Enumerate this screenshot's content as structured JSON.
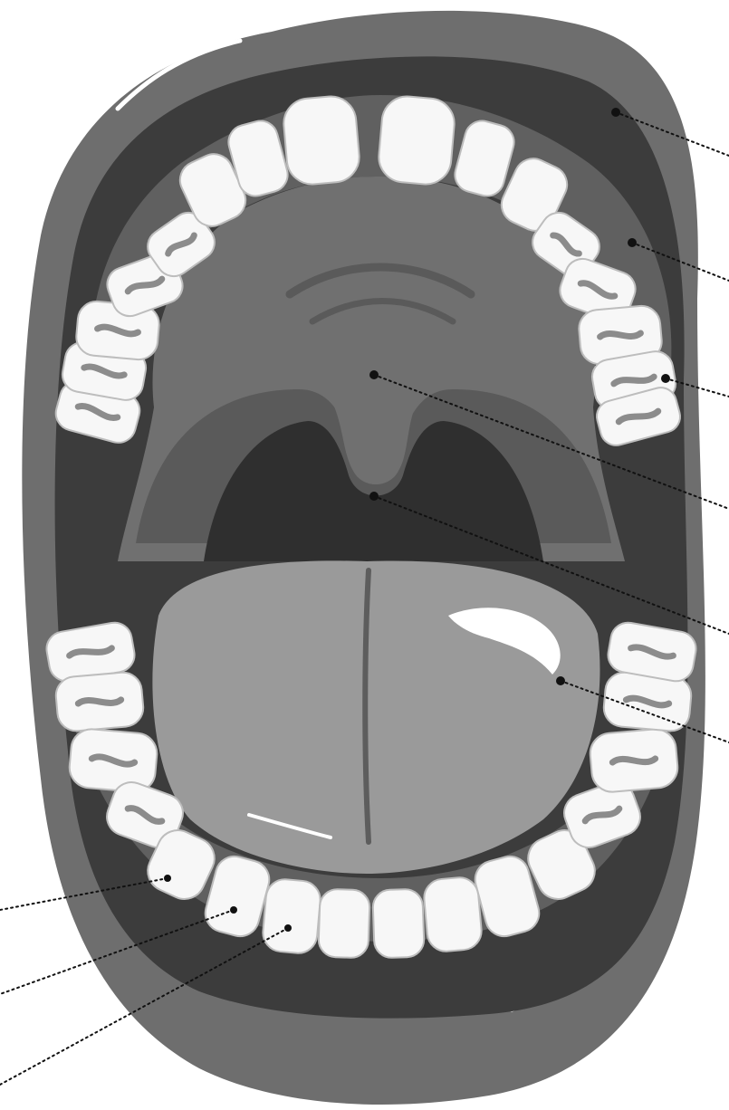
{
  "diagram": {
    "subject": "open-mouth-anatomy",
    "style": "grayscale-illustration",
    "colors": {
      "lips": "#6e6e6e",
      "lip_shadow": "#5d5d5d",
      "mouth_interior": "#3c3c3c",
      "gums": "#606060",
      "palate": "#707070",
      "palate_shadow": "#5a5a5a",
      "throat": "#2f2f2f",
      "tongue": "#9a9a9a",
      "tongue_shadow": "#8a8a8a",
      "teeth": "#f7f7f7",
      "tooth_outline": "#bdbdbd",
      "molar_groove": "#8c8c8c",
      "leader_line": "#111111",
      "highlight": "#ffffff"
    },
    "callouts": [
      {
        "id": "lip",
        "text": ""
      },
      {
        "id": "gum",
        "text": ""
      },
      {
        "id": "upper-molar",
        "text": ""
      },
      {
        "id": "uvula",
        "text": ""
      },
      {
        "id": "throat",
        "text": ""
      },
      {
        "id": "tongue",
        "text": ""
      },
      {
        "id": "lower-premolar",
        "text": ""
      },
      {
        "id": "canine",
        "text": ""
      },
      {
        "id": "incisor",
        "text": ""
      }
    ]
  }
}
